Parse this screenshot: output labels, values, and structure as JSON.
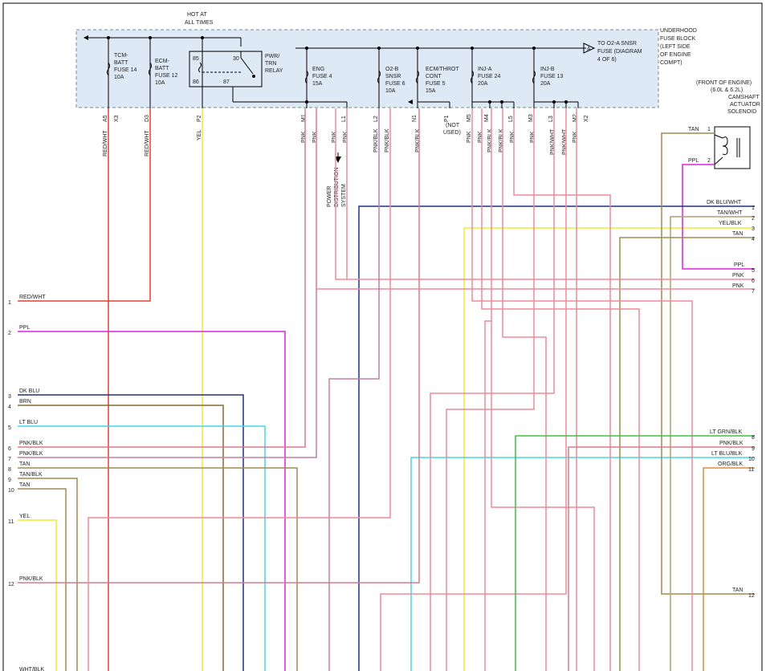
{
  "fuse_block": {
    "hot_at": [
      "HOT AT",
      "ALL TIMES"
    ],
    "title": [
      "UNDERHOOD",
      "FUSE BLOCK",
      "(LEFT SIDE",
      "OF ENGINE",
      "COMPT)"
    ],
    "to_fuse": [
      "TO O2-A SNSR",
      "FUSE (DIAGRAM",
      "4 OF 6)"
    ],
    "to_fuse_letter": "A",
    "fuses": [
      {
        "lines": [
          "TCM-",
          "BATT",
          "FUSE 14",
          "10A"
        ]
      },
      {
        "lines": [
          "ECM-",
          "BATT",
          "FUSE 12",
          "10A"
        ]
      },
      {
        "lines": [
          "ENG",
          "FUSE 4",
          "15A"
        ]
      },
      {
        "lines": [
          "O2-B",
          "SNSR",
          "FUSE 6",
          "10A"
        ]
      },
      {
        "lines": [
          "ECM/THROT",
          "CONT",
          "FUSE 5",
          "15A"
        ]
      },
      {
        "lines": [
          "INJ-A",
          "FUSE 24",
          "20A"
        ]
      },
      {
        "lines": [
          "INJ-B",
          "FUSE 13",
          "20A"
        ]
      }
    ],
    "relay": {
      "lines": [
        "PWR/",
        "TRN",
        "RELAY"
      ],
      "pins": [
        "85",
        "30",
        "86",
        "87"
      ]
    },
    "pins": [
      "A5",
      "X3",
      "D3",
      "P2",
      "M1",
      "L1",
      "L2",
      "N1",
      "P1",
      "M5",
      "M4",
      "L5",
      "M3",
      "L3",
      "M2",
      "X2"
    ],
    "not_used": [
      "(NOT",
      "USED)"
    ]
  },
  "top_wires": [
    "RED/WHT",
    "RED/WHT",
    "YEL",
    "PNK",
    "PNK",
    "PNK",
    "PNK",
    "PNK/BLK",
    "PNK/BLK",
    "PNK/BLK",
    "PNK",
    "PNK",
    "PNK/BLK",
    "PNK/BLK",
    "PNK",
    "PNK",
    "PNK/WHT",
    "PNK/WHT",
    "PNK"
  ],
  "power_distribution": [
    "POWER",
    "DISTRIBUTION",
    "SYSTEM"
  ],
  "solenoid": {
    "title": [
      "(FRONT OF ENGINE)",
      "(6.0L & 6.2L)",
      "CAMSHAFT",
      "ACTUATOR",
      "SOLENOID"
    ],
    "pins": [
      {
        "wire": "TAN",
        "num": "1"
      },
      {
        "wire": "PPL",
        "num": "2"
      }
    ]
  },
  "left_connector": [
    {
      "num": "1",
      "color": "RED/WHT"
    },
    {
      "num": "2",
      "color": "PPL"
    },
    {
      "num": "3",
      "color": "DK BLU"
    },
    {
      "num": "4",
      "color": "BRN"
    },
    {
      "num": "5",
      "color": "LT BLU"
    },
    {
      "num": "6",
      "color": "PNK/BLK"
    },
    {
      "num": "7",
      "color": "PNK/BLK"
    },
    {
      "num": "8",
      "color": "TAN"
    },
    {
      "num": "9",
      "color": "TAN/BLK"
    },
    {
      "num": "10",
      "color": "TAN"
    },
    {
      "num": "11",
      "color": "YEL"
    },
    {
      "num": "12",
      "color": "PNK/BLK"
    },
    {
      "num": "",
      "color": "WHT/BLK"
    }
  ],
  "right_connector_top": [
    {
      "num": "1",
      "color": "DK BLU/WHT"
    },
    {
      "num": "2",
      "color": "TAN/WHT"
    },
    {
      "num": "3",
      "color": "YEL/BLK"
    },
    {
      "num": "4",
      "color": "TAN"
    },
    {
      "num": "5",
      "color": "PPL"
    },
    {
      "num": "6",
      "color": "PNK"
    },
    {
      "num": "7",
      "color": "PNK"
    }
  ],
  "right_connector_bottom": [
    {
      "num": "8",
      "color": "LT GRN/BLK"
    },
    {
      "num": "9",
      "color": "PNK/BLK"
    },
    {
      "num": "10",
      "color": "LT BLU/BLK"
    },
    {
      "num": "11",
      "color": "ORG/BLK"
    },
    {
      "num": "12",
      "color": "TAN"
    }
  ],
  "colors": {
    "red": "#e04030",
    "yellow": "#f2e83a",
    "pink": "#f08a9a",
    "pnk_blk": "#d87a8a",
    "purple": "#e020e0",
    "dk_blue": "#203080",
    "brown": "#8a6a30",
    "tan": "#a08a50",
    "lt_blue": "#40d8e8",
    "lt_green": "#40c040",
    "orange": "#e08a40",
    "mauve": "#c080a0",
    "box_fill": "#dde9f5"
  }
}
